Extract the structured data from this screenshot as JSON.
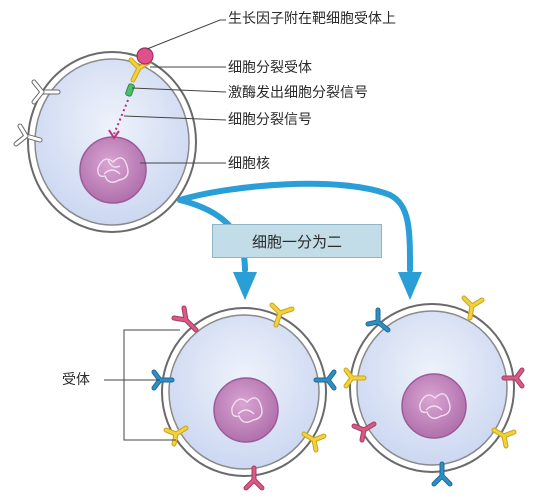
{
  "labels": {
    "growth_factor": "生长因子附在靶细胞受体上",
    "cell_division_receptor": "细胞分裂受体",
    "enzyme_signal": "激酶发出细胞分裂信号",
    "division_signal": "细胞分裂信号",
    "nucleus": "细胞核",
    "split": "细胞一分为二",
    "receptor": "受体"
  },
  "colors": {
    "cell_fill": "#dde5f7",
    "cell_outline": "#6a6a6a",
    "nucleus_fill": "#c98cc4",
    "arrow": "#2a9ed6",
    "receptor_white": "#ffffff",
    "receptor_yellow": "#f2d23a",
    "receptor_pink": "#d85a86",
    "receptor_teal": "#2f8ec6"
  }
}
